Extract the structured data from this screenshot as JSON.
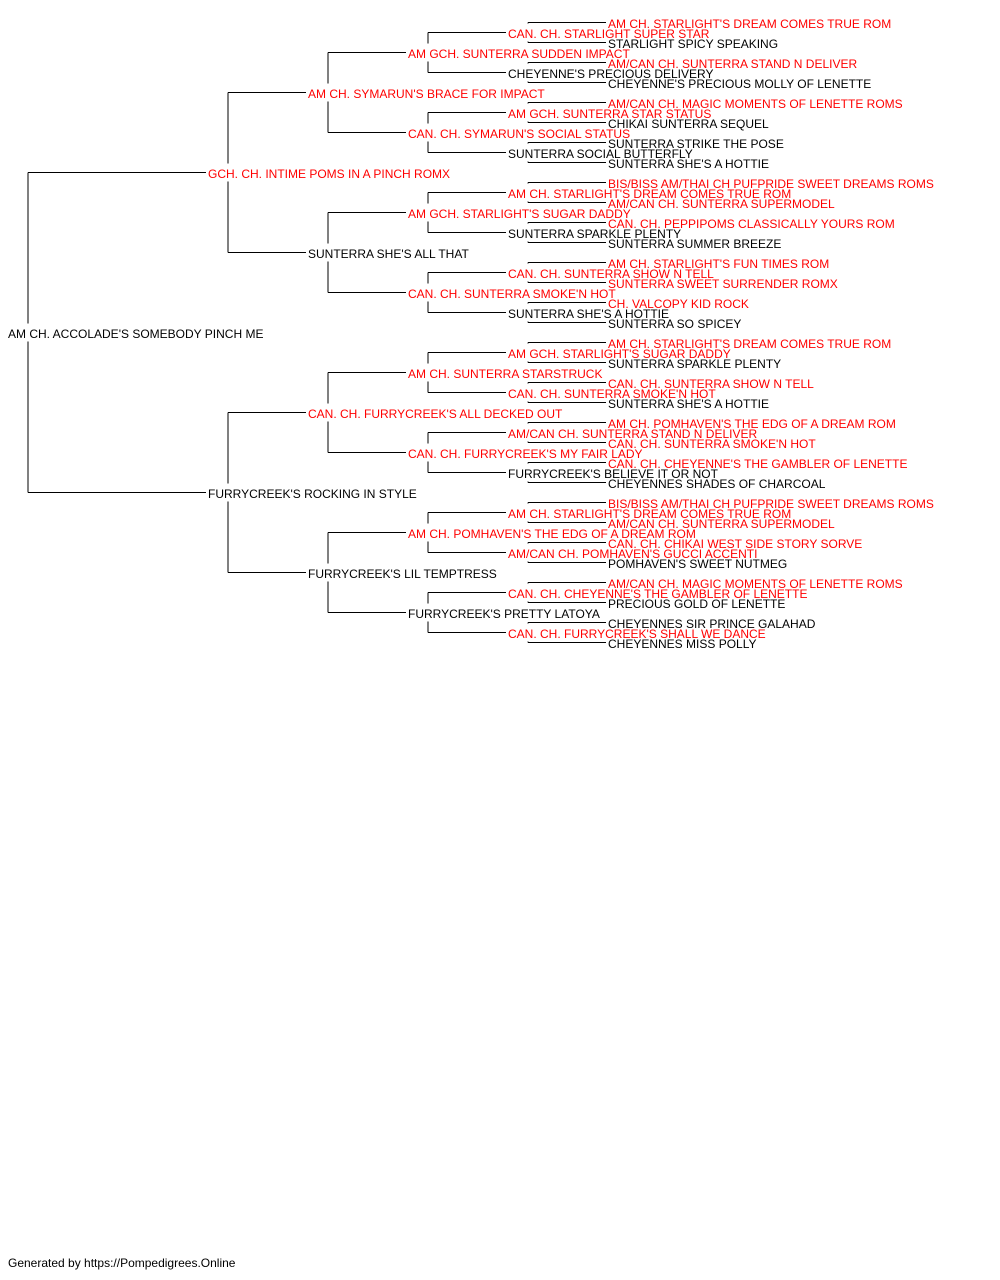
{
  "colors": {
    "champion": "#ff0000",
    "normal": "#000000",
    "line": "#000000"
  },
  "subject": {
    "name": "AM CH. ACCOLADE'S SOMEBODY PINCH ME",
    "champion": false
  },
  "gen1": [
    {
      "name": "GCH. CH. INTIME POMS IN A PINCH ROMX",
      "champion": true
    },
    {
      "name": "FURRYCREEK'S ROCKING IN STYLE",
      "champion": false
    }
  ],
  "gen2": [
    {
      "name": "AM CH. SYMARUN'S BRACE FOR IMPACT",
      "champion": true
    },
    {
      "name": "SUNTERRA SHE'S ALL THAT",
      "champion": false
    },
    {
      "name": "CAN. CH. FURRYCREEK'S ALL DECKED OUT",
      "champion": true
    },
    {
      "name": "FURRYCREEK'S LIL TEMPTRESS",
      "champion": false
    }
  ],
  "gen3": [
    {
      "name": "AM GCH. SUNTERRA SUDDEN IMPACT",
      "champion": true
    },
    {
      "name": "CAN. CH. SYMARUN'S SOCIAL STATUS",
      "champion": true
    },
    {
      "name": "AM GCH. STARLIGHT'S SUGAR DADDY",
      "champion": true
    },
    {
      "name": "CAN. CH. SUNTERRA SMOKE'N HOT",
      "champion": true
    },
    {
      "name": "AM CH. SUNTERRA STARSTRUCK",
      "champion": true
    },
    {
      "name": "CAN. CH. FURRYCREEK'S MY FAIR LADY",
      "champion": true
    },
    {
      "name": "AM CH. POMHAVEN'S THE EDG OF A DREAM ROM",
      "champion": true
    },
    {
      "name": "FURRYCREEK'S PRETTY LATOYA",
      "champion": false
    }
  ],
  "gen4": [
    {
      "name": "CAN. CH. STARLIGHT SUPER STAR",
      "champion": true
    },
    {
      "name": "CHEYENNE'S PRECIOUS DELIVERY",
      "champion": false
    },
    {
      "name": "AM GCH. SUNTERRA STAR STATUS",
      "champion": true
    },
    {
      "name": "SUNTERRA SOCIAL BUTTERFLY",
      "champion": false
    },
    {
      "name": "AM CH. STARLIGHT'S DREAM COMES TRUE ROM",
      "champion": true
    },
    {
      "name": "SUNTERRA SPARKLE PLENTY",
      "champion": false
    },
    {
      "name": "CAN. CH. SUNTERRA SHOW N TELL",
      "champion": true
    },
    {
      "name": "SUNTERRA SHE'S A HOTTIE",
      "champion": false
    },
    {
      "name": "AM GCH. STARLIGHT'S SUGAR DADDY",
      "champion": true
    },
    {
      "name": "CAN. CH. SUNTERRA SMOKE'N HOT",
      "champion": true
    },
    {
      "name": "AM/CAN CH. SUNTERRA STAND N DELIVER",
      "champion": true
    },
    {
      "name": "FURRYCREEK'S BELIEVE IT OR NOT",
      "champion": false
    },
    {
      "name": "AM CH. STARLIGHT'S DREAM COMES TRUE ROM",
      "champion": true
    },
    {
      "name": "AM/CAN CH. POMHAVEN'S GUCCI ACCENTI",
      "champion": true
    },
    {
      "name": "CAN. CH. CHEYENNE'S THE GAMBLER OF LENETTE",
      "champion": true
    },
    {
      "name": "CAN. CH. FURRYCREEK'S SHALL WE DANCE",
      "champion": true
    }
  ],
  "gen5": [
    {
      "name": "AM CH. STARLIGHT'S DREAM COMES TRUE ROM",
      "champion": true
    },
    {
      "name": "STARLIGHT SPICY SPEAKING",
      "champion": false
    },
    {
      "name": "AM/CAN CH. SUNTERRA STAND N DELIVER",
      "champion": true
    },
    {
      "name": "CHEYENNE'S PRECIOUS MOLLY OF LENETTE",
      "champion": false
    },
    {
      "name": "AM/CAN CH. MAGIC MOMENTS OF LENETTE ROMS",
      "champion": true
    },
    {
      "name": "CHIKAI SUNTERRA SEQUEL",
      "champion": false
    },
    {
      "name": "SUNTERRA STRIKE THE POSE",
      "champion": false
    },
    {
      "name": "SUNTERRA SHE'S A HOTTIE",
      "champion": false
    },
    {
      "name": "BIS/BISS AM/THAI CH PUFPRIDE SWEET DREAMS ROMS",
      "champion": true
    },
    {
      "name": "AM/CAN CH. SUNTERRA SUPERMODEL",
      "champion": true
    },
    {
      "name": "CAN. CH. PEPPIPOMS CLASSICALLY YOURS ROM",
      "champion": true
    },
    {
      "name": "SUNTERRA SUMMER BREEZE",
      "champion": false
    },
    {
      "name": "AM CH. STARLIGHT'S FUN TIMES ROM",
      "champion": true
    },
    {
      "name": "SUNTERRA SWEET SURRENDER ROMX",
      "champion": true
    },
    {
      "name": "CH. VALCOPY KID ROCK",
      "champion": true
    },
    {
      "name": "SUNTERRA SO SPICEY",
      "champion": false
    },
    {
      "name": "AM CH. STARLIGHT'S DREAM COMES TRUE ROM",
      "champion": true
    },
    {
      "name": "SUNTERRA SPARKLE PLENTY",
      "champion": false
    },
    {
      "name": "CAN. CH. SUNTERRA SHOW N TELL",
      "champion": true
    },
    {
      "name": "SUNTERRA SHE'S A HOTTIE",
      "champion": false
    },
    {
      "name": "AM CH. POMHAVEN'S THE EDG OF A DREAM ROM",
      "champion": true
    },
    {
      "name": "CAN. CH. SUNTERRA SMOKE'N HOT",
      "champion": true
    },
    {
      "name": "CAN. CH. CHEYENNE'S THE GAMBLER OF LENETTE",
      "champion": true
    },
    {
      "name": "CHEYENNES SHADES OF CHARCOAL",
      "champion": false
    },
    {
      "name": "BIS/BISS AM/THAI CH PUFPRIDE SWEET DREAMS ROMS",
      "champion": true
    },
    {
      "name": "AM/CAN CH. SUNTERRA SUPERMODEL",
      "champion": true
    },
    {
      "name": "CAN. CH. CHIKAI WEST SIDE STORY SORVE",
      "champion": true
    },
    {
      "name": "POMHAVEN'S SWEET NUTMEG",
      "champion": false
    },
    {
      "name": "AM/CAN CH. MAGIC MOMENTS OF LENETTE ROMS",
      "champion": true
    },
    {
      "name": "PRECIOUS GOLD OF LENETTE",
      "champion": false
    },
    {
      "name": "CHEYENNES SIR PRINCE GALAHAD",
      "champion": false
    },
    {
      "name": "CHEYENNES MISS POLLY",
      "champion": false
    }
  ],
  "footer": "Generated by https://Pompedigrees.Online"
}
